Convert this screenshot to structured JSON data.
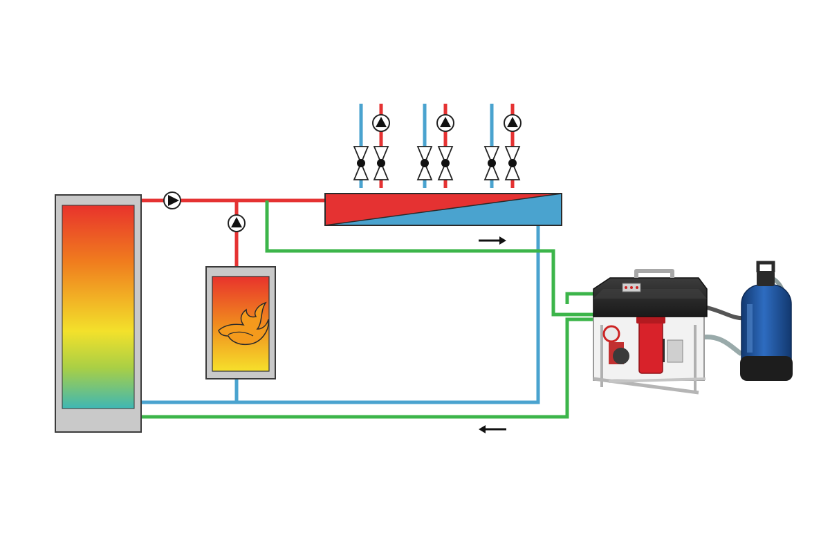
{
  "diagram": {
    "colors": {
      "supply": "#e53232",
      "return": "#4aa3cf",
      "bypass": "#3cb54a",
      "frame": "#c9c9c9",
      "frame_border": "#3a3a3a",
      "arrow": "#111111",
      "pump_fill": "#ffffff",
      "valve_dot": "#111111",
      "device_body": "#2a2a2a",
      "filter_red": "#d8222a",
      "tank_blue": "#1c4f9c"
    },
    "components": [
      {
        "id": "buffer-tank",
        "icon": "vertical-gradient-storage-tank"
      },
      {
        "id": "boiler",
        "icon": "flame-heater"
      },
      {
        "id": "distribution-manifold",
        "icon": "red-blue-manifold-bar"
      },
      {
        "id": "main-circulation-pump",
        "icon": "pump-icon"
      },
      {
        "id": "boiler-pump",
        "icon": "pump-icon"
      },
      {
        "id": "heating-circuits",
        "count": 3,
        "icon": "pump-and-valve-pair"
      },
      {
        "id": "water-treatment-unit",
        "icon": "cleaning-machine"
      },
      {
        "id": "pressure-vessel",
        "icon": "blue-cylinder-tank"
      }
    ],
    "flow_arrows": [
      {
        "direction": "right"
      },
      {
        "direction": "left"
      }
    ]
  }
}
